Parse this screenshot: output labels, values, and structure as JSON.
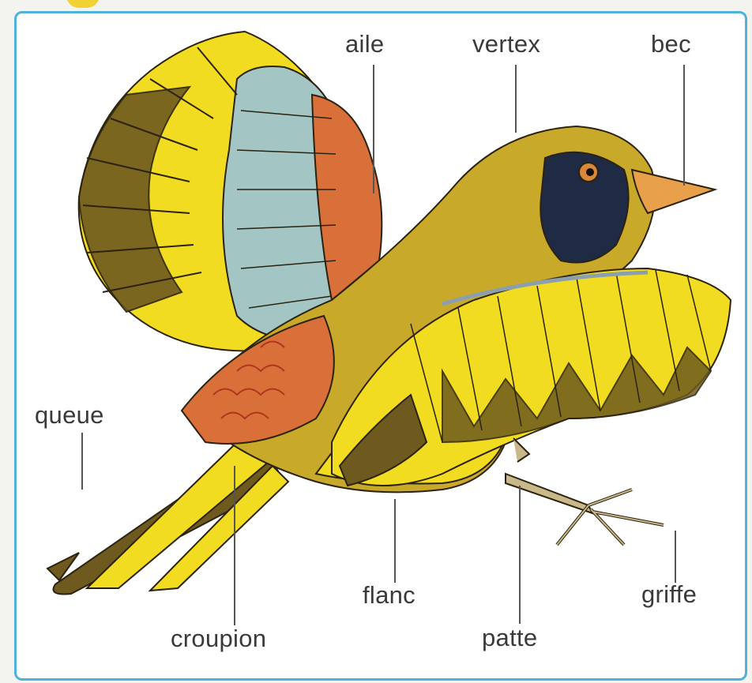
{
  "labels": {
    "aile": "aile",
    "vertex": "vertex",
    "bec": "bec",
    "queue": "queue",
    "flanc": "flanc",
    "griffe": "griffe",
    "croupion": "croupion",
    "patte": "patte"
  },
  "colors": {
    "frame": "#4fb3d9",
    "yellow": "#f2dc22",
    "olive": "#c9a92a",
    "brown": "#6e5a1e",
    "blue": "#a3c6c4",
    "rust": "#d9703a",
    "mask": "#1f2a44",
    "beak": "#e9a04b",
    "leader": "#555555"
  }
}
